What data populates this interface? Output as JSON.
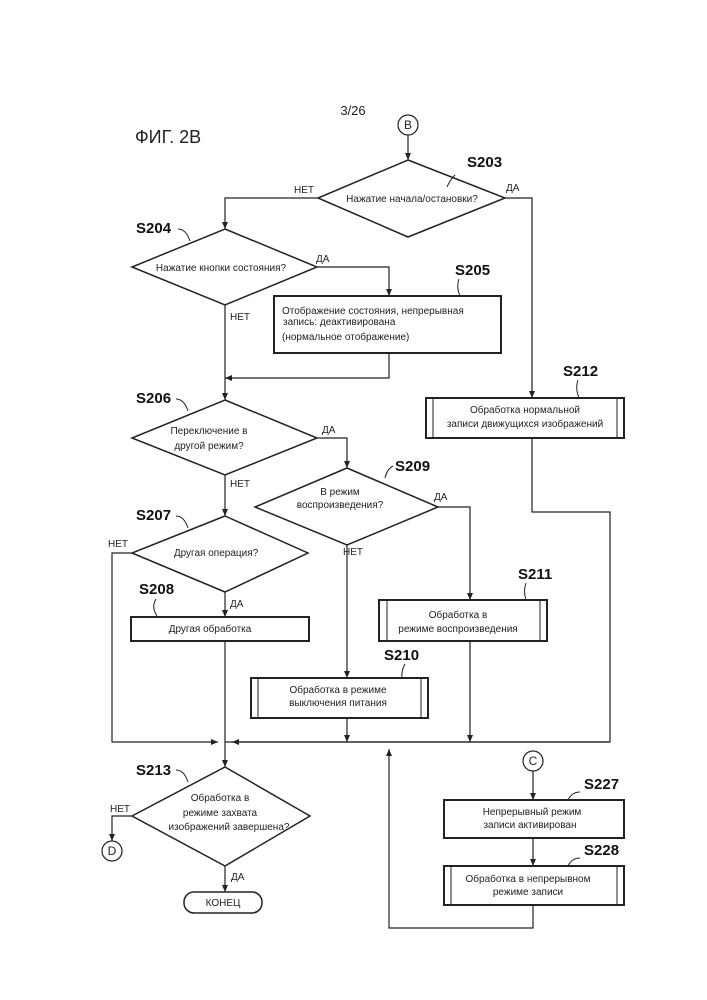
{
  "page_number": "3/26",
  "figure_title": "ФИГ. 2В",
  "connectors": {
    "b": "B",
    "c": "C",
    "d": "D"
  },
  "branch": {
    "yes": "ДА",
    "no": "НЕТ"
  },
  "steps": {
    "s203": {
      "id": "S203",
      "lines": [
        "Нажатие начала/остановки?"
      ]
    },
    "s204": {
      "id": "S204",
      "lines": [
        "Нажатие кнопки состояния?"
      ]
    },
    "s205": {
      "id": "S205",
      "lines": [
        "Отображение состояния, непрерывная",
        "запись: деактивирована",
        "(нормальное отображение)"
      ]
    },
    "s206": {
      "id": "S206",
      "lines": [
        "Переключение в",
        "другой режим?"
      ]
    },
    "s207": {
      "id": "S207",
      "lines": [
        "Другая операция?"
      ]
    },
    "s208": {
      "id": "S208",
      "lines": [
        "Другая обработка"
      ]
    },
    "s209": {
      "id": "S209",
      "lines": [
        "В режим",
        "воспроизведения?"
      ]
    },
    "s210": {
      "id": "S210",
      "lines": [
        "Обработка в режиме",
        "выключения питания"
      ]
    },
    "s211": {
      "id": "S211",
      "lines": [
        "Обработка в",
        "режиме воспроизведения"
      ]
    },
    "s212": {
      "id": "S212",
      "lines": [
        "Обработка нормальной",
        "записи движущихся изображений"
      ]
    },
    "s213": {
      "id": "S213",
      "lines": [
        "Обработка в",
        "режиме захвата",
        "изображений завершена?"
      ]
    },
    "s227": {
      "id": "S227",
      "lines": [
        "Непрерывный режим",
        "записи активирован"
      ]
    },
    "s228": {
      "id": "S228",
      "lines": [
        "Обработка в непрерывном",
        "режиме записи"
      ]
    }
  },
  "end_label": "КОНЕЦ"
}
